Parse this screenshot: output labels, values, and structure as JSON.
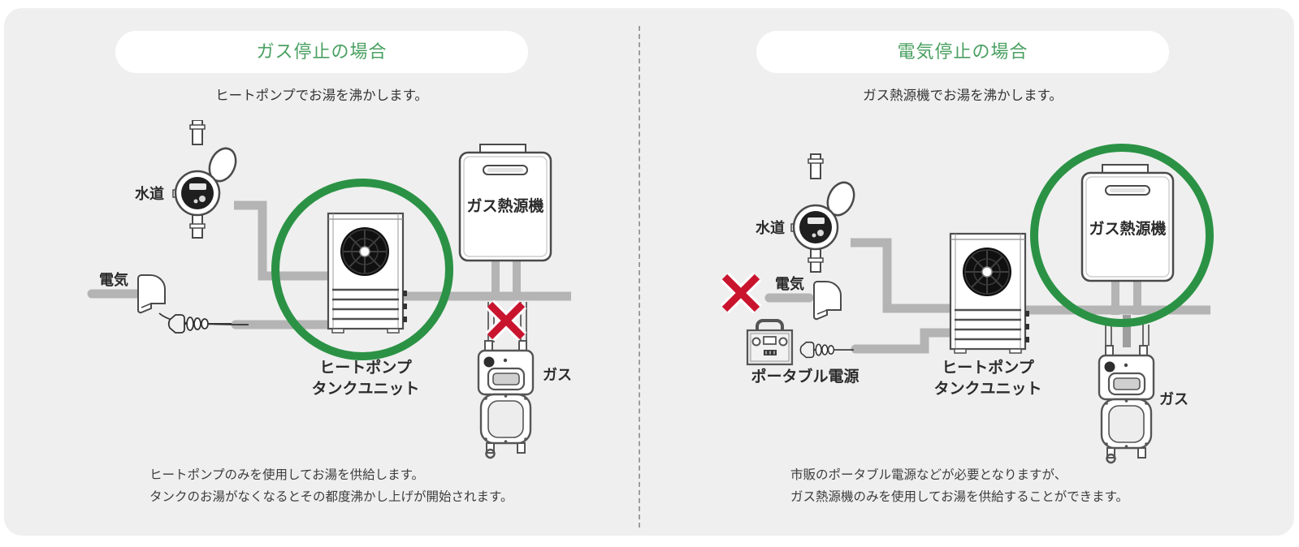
{
  "colors": {
    "highlight_green": "#2b9245",
    "title_green": "#4aa061",
    "stop_red": "#c9142e",
    "panel_bg": "#efefef",
    "pipe_gray": "#b4b4b4"
  },
  "panels": {
    "left": {
      "title": "ガス停止の場合",
      "subtitle": "ヒートポンプでお湯を沸かします。",
      "water_label": "水道",
      "electric_label": "電気",
      "gas_label": "ガス",
      "gas_heater_label": "ガス熱源機",
      "heat_pump_label_line1": "ヒートポンプ",
      "heat_pump_label_line2": "タンクユニット",
      "footer_line1": "ヒートポンプのみを使用してお湯を供給します。",
      "footer_line2": "タンクのお湯がなくなるとその都度沸かし上げが開始されます。"
    },
    "right": {
      "title": "電気停止の場合",
      "subtitle": "ガス熱源機でお湯を沸かします。",
      "water_label": "水道",
      "electric_label": "電気",
      "gas_label": "ガス",
      "gas_heater_label": "ガス熱源機",
      "heat_pump_label_line1": "ヒートポンプ",
      "heat_pump_label_line2": "タンクユニット",
      "portable_label": "ポータブル電源",
      "footer_line1": "市販のポータブル電源などが必要となりますが、",
      "footer_line2": "ガス熱源機のみを使用してお湯を供給することができます。"
    }
  }
}
